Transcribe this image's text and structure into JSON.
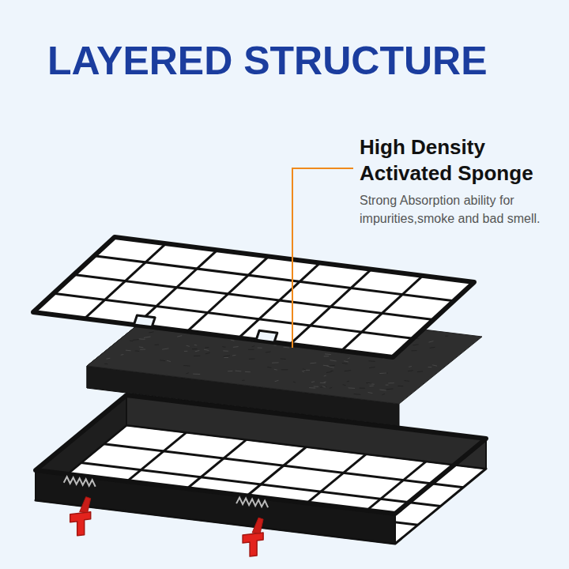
{
  "diagram": {
    "title": "LAYERED STRUCTURE",
    "labels": [
      "High Density Activated Sponge",
      "Strong Absorption ability for impurities,smoke and bad smell."
    ]
  }
}
